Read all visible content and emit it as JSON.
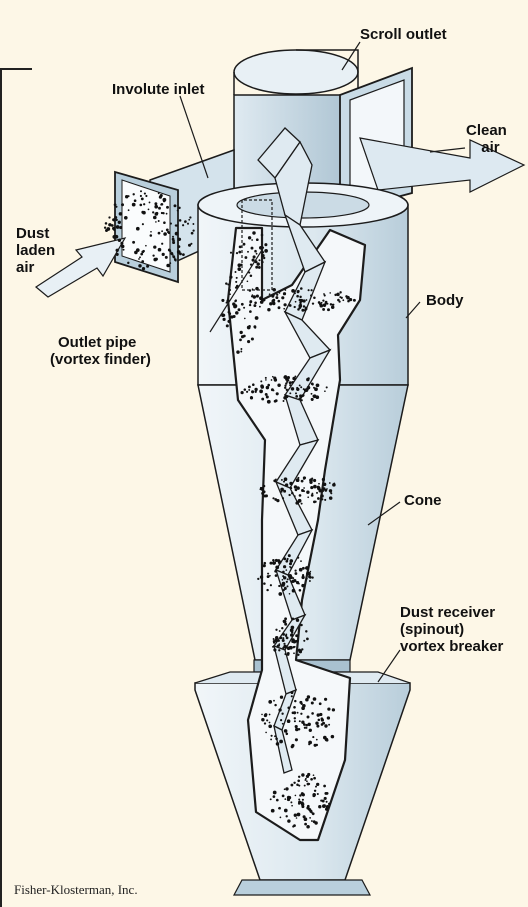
{
  "labels": {
    "scroll_outlet": "Scroll outlet",
    "involute_inlet": "Involute inlet",
    "clean_air": [
      "Clean",
      "air"
    ],
    "dust_laden_air": [
      "Dust",
      "laden",
      "air"
    ],
    "body": "Body",
    "outlet_pipe": [
      "Outlet pipe",
      "(vortex finder)"
    ],
    "cone": "Cone",
    "dust_receiver": [
      "Dust receiver",
      "(spinout)",
      "vortex breaker"
    ]
  },
  "credit": "Fisher-Klosterman, Inc.",
  "colors": {
    "background": "#fdf7e7",
    "metal_light": "#e4eef4",
    "metal_mid": "#c9dbe6",
    "metal_dark": "#9fb8c8",
    "outline": "#1c1c1c",
    "dust": "#111111",
    "air_arrow": "#dde9f1"
  },
  "icons": {
    "dust_particles": "dot-cloud",
    "inflow_arrow": "arrow-right",
    "outflow_arrow": "arrow-right"
  }
}
